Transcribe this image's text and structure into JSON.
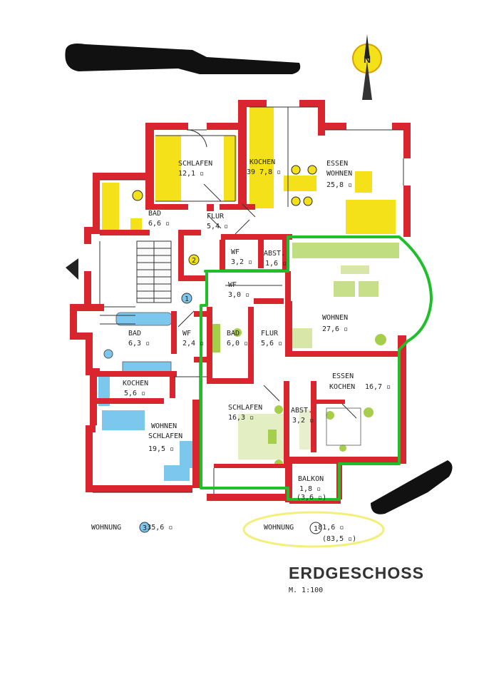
{
  "compass": {
    "letter": "N"
  },
  "rooms": {
    "schlafen_top": {
      "name": "SCHLAFEN",
      "area": "12,1 ▫"
    },
    "kochen_top": {
      "name": "KOCHEN",
      "area": "7,8 ▫"
    },
    "kochen_top_prefix": "39",
    "essen_wohnen_top": {
      "name1": "ESSEN",
      "name2": "WOHNEN",
      "area": "25,8 ▫"
    },
    "bad_top": {
      "name": "BAD",
      "area": "6,6 ▫"
    },
    "flur_top": {
      "name": "FLUR",
      "area": "5,4 ▫"
    },
    "wf_32": {
      "name": "WF",
      "area": "3,2 ▫"
    },
    "abst_16": {
      "name": "ABST.",
      "area": "1,6 ▫"
    },
    "wf_30": {
      "name": "WF",
      "area": "3,0 ▫"
    },
    "wohnen": {
      "name": "WOHNEN",
      "area": "27,6 ▫"
    },
    "bad_left": {
      "name": "BAD",
      "area": "6,3 ▫"
    },
    "wf_24": {
      "name": "WF",
      "area": "2,4 ▫"
    },
    "bad_mid": {
      "name": "BAD",
      "area": "6,0 ▫"
    },
    "flur_mid": {
      "name": "FLUR",
      "area": "5,6 ▫"
    },
    "essen_kochen": {
      "name1": "ESSEN",
      "name2": "KOCHEN",
      "area": "16,7 ▫"
    },
    "kochen_left": {
      "name": "KOCHEN",
      "area": "5,6 ▫"
    },
    "schlafen_mid": {
      "name": "SCHLAFEN",
      "area": "16,3 ▫"
    },
    "abst_32": {
      "name": "ABST.",
      "area": "3,2 ▫"
    },
    "wohnen_schlafen": {
      "name1": "WOHNEN",
      "name2": "SCHLAFEN",
      "area": "19,5 ▫"
    },
    "balkon": {
      "name": "BALKON",
      "area": "1,8 ▫",
      "alt": "(3,6 ▫)"
    }
  },
  "units": {
    "unit3": {
      "label": "WOHNUNG",
      "number": "3",
      "area": "35,6 ▫"
    },
    "unit1": {
      "label": "WOHNUNG",
      "number": "1",
      "area": "81,6 ▫",
      "alt": "(83,5 ▫)"
    }
  },
  "title": {
    "main": "ERDGESCHOSS",
    "scale": "M. 1:100"
  },
  "stair_markers": {
    "upper": "2",
    "lower": "1"
  },
  "colors": {
    "wall": "#d9252e",
    "yellow_unit": "#f4e11a",
    "blue_unit": "#7cc7ee",
    "green_outline": "#1fbf2a",
    "highlight_circle": "#f2f07a",
    "furniture_green": "#a5cf4a"
  }
}
